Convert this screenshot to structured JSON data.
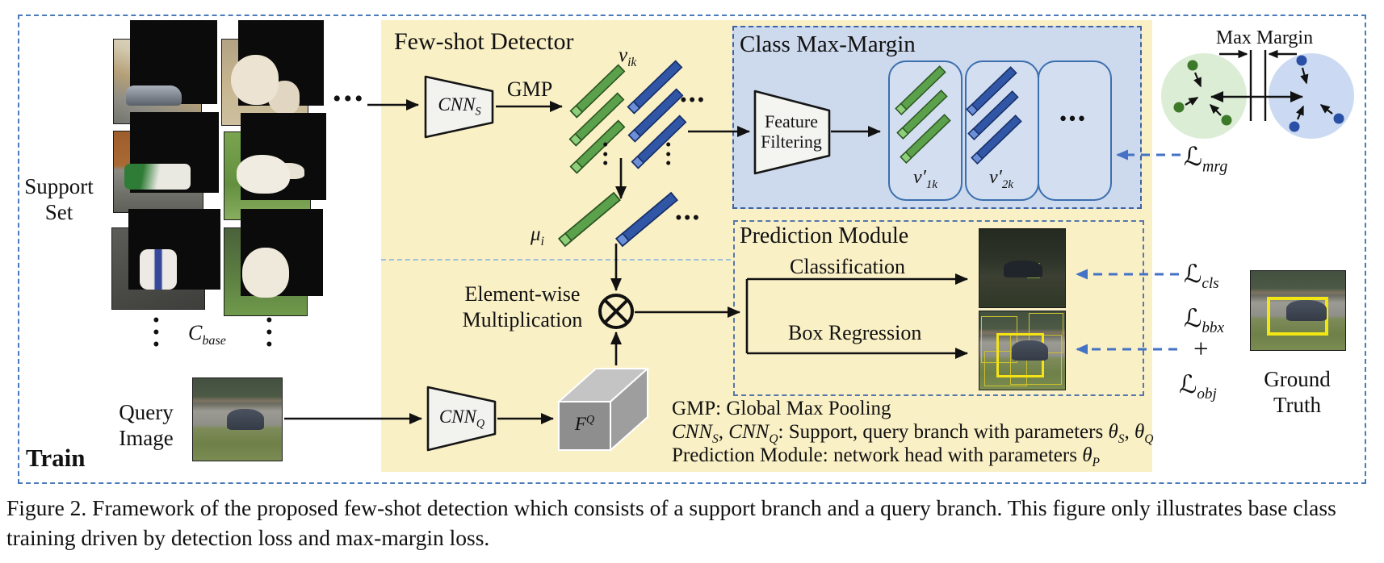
{
  "labels": {
    "support_set": "Support\nSet",
    "train": "Train",
    "query_image": "Query\nImage",
    "c_base": {
      "base": "C",
      "sub": "base"
    },
    "few_shot": "Few-shot Detector",
    "gmp": "GMP",
    "cnn_s": {
      "base": "CNN",
      "sub": "S"
    },
    "cnn_q": {
      "base": "CNN",
      "sub": "Q"
    },
    "v_ik": {
      "base": "v",
      "sub": "ik"
    },
    "mu_i": {
      "base": "μ",
      "sub": "i"
    },
    "element_wise": "Element-wise\nMultiplication",
    "f_q": {
      "base": "F",
      "sup": "Q"
    },
    "class_max_margin": "Class Max-Margin",
    "feature_filtering": "Feature\nFiltering",
    "v1k": {
      "base": "v′",
      "sub": "1k"
    },
    "v2k": {
      "base": "v′",
      "sub": "2k"
    },
    "max_margin": "Max Margin",
    "l_mrg": {
      "base": "ℒ",
      "sub": "mrg"
    },
    "prediction_module": "Prediction Module",
    "classification": "Classification",
    "box_regression": "Box Regression",
    "l_cls": {
      "base": "ℒ",
      "sub": "cls"
    },
    "l_bbx": {
      "base": "ℒ",
      "sub": "bbx"
    },
    "plus": "+",
    "l_obj": {
      "base": "ℒ",
      "sub": "obj"
    },
    "ground_truth": "Ground\nTruth"
  },
  "dots": {
    "h": "•••",
    "v": "•\n•\n•"
  },
  "legend": {
    "line1": "GMP: Global Max Pooling",
    "line2": {
      "m1": "CNN",
      "s1": "S",
      "t1": ", ",
      "m2": "CNN",
      "s2": "Q",
      "t2": ": Support, query branch with parameters ",
      "m3": "θ",
      "s3": "S",
      "t3": ", ",
      "m4": "θ",
      "s4": "Q"
    },
    "line3": {
      "t1": "Prediction Module: network head with parameters ",
      "m1": "θ",
      "s1": "P"
    }
  },
  "caption": "Figure 2. Framework of the proposed few-shot detection which consists of a support branch and a query branch. This figure only illustrates base class training driven by detection loss and max-margin loss.",
  "colors": {
    "support_branch_bg": "#FAF0C6",
    "max_margin_bg": "#CDD9EC",
    "dashed_border": "#4A7AB8",
    "loss_arrow": "#4472C4",
    "green_feature": "#5BA04A",
    "blue_feature": "#3156A6",
    "green_cluster": "#DCEDD6",
    "blue_cluster": "#CBDAF2",
    "gt_box": "#F2E613"
  }
}
